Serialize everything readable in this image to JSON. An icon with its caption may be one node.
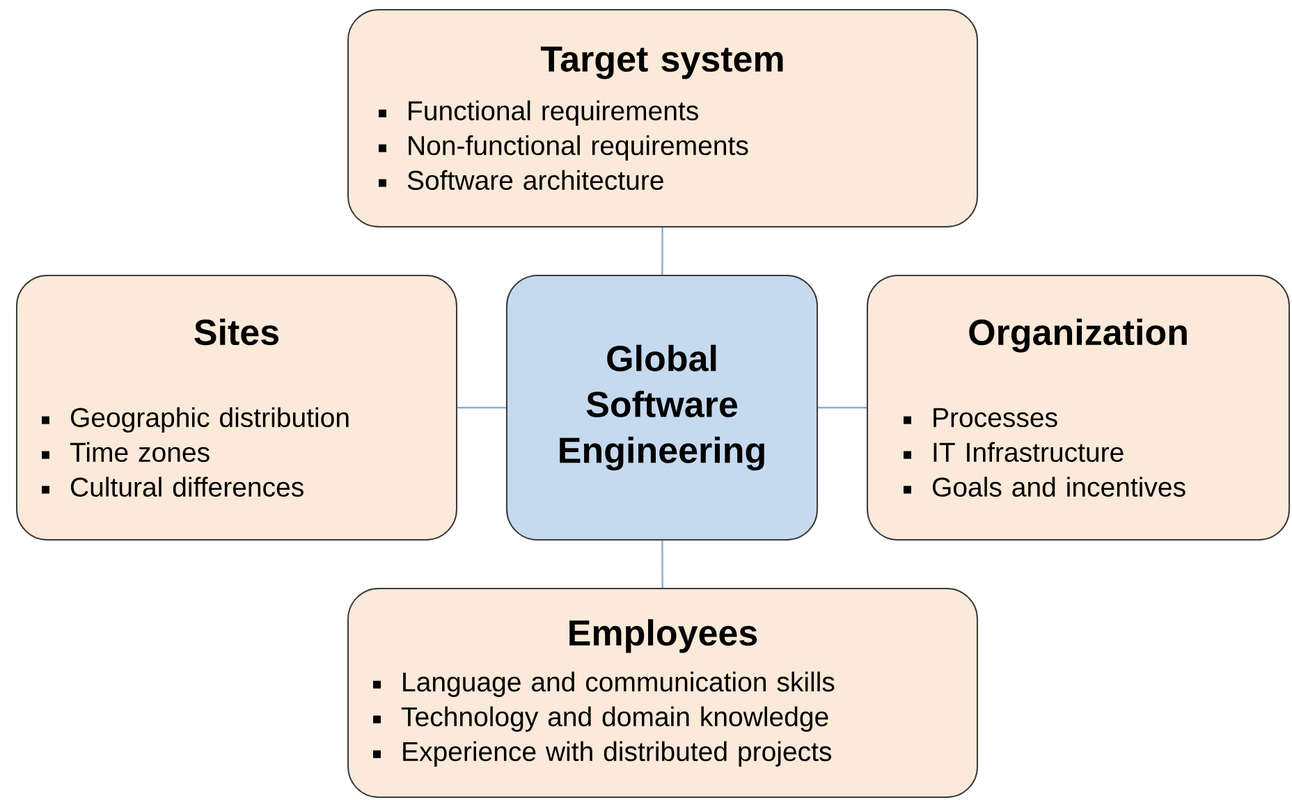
{
  "diagram": {
    "nodes": [
      {
        "text": [
          "Target system",
          "Functional requirements",
          "Non-functional requirements",
          "Software architecture"
        ]
      },
      {
        "text": [
          "Sites",
          "Geographic distribution",
          "Time zones",
          "Cultural differences"
        ]
      },
      {
        "text": [
          "Global Software Engineering"
        ]
      },
      {
        "text": [
          "Organization",
          "Processes",
          "IT Infrastructure",
          "Goals and incentives"
        ]
      },
      {
        "text": [
          "Employees",
          "Language and communication skills",
          "Technology and domain knowledge",
          "Experience with distributed projects"
        ]
      }
    ],
    "edges": [
      {
        "from": 2,
        "to": 0,
        "arrow": "none"
      },
      {
        "from": 2,
        "to": 1,
        "arrow": "none"
      },
      {
        "from": 2,
        "to": 3,
        "arrow": "none"
      },
      {
        "from": 2,
        "to": 4,
        "arrow": "none"
      }
    ]
  }
}
